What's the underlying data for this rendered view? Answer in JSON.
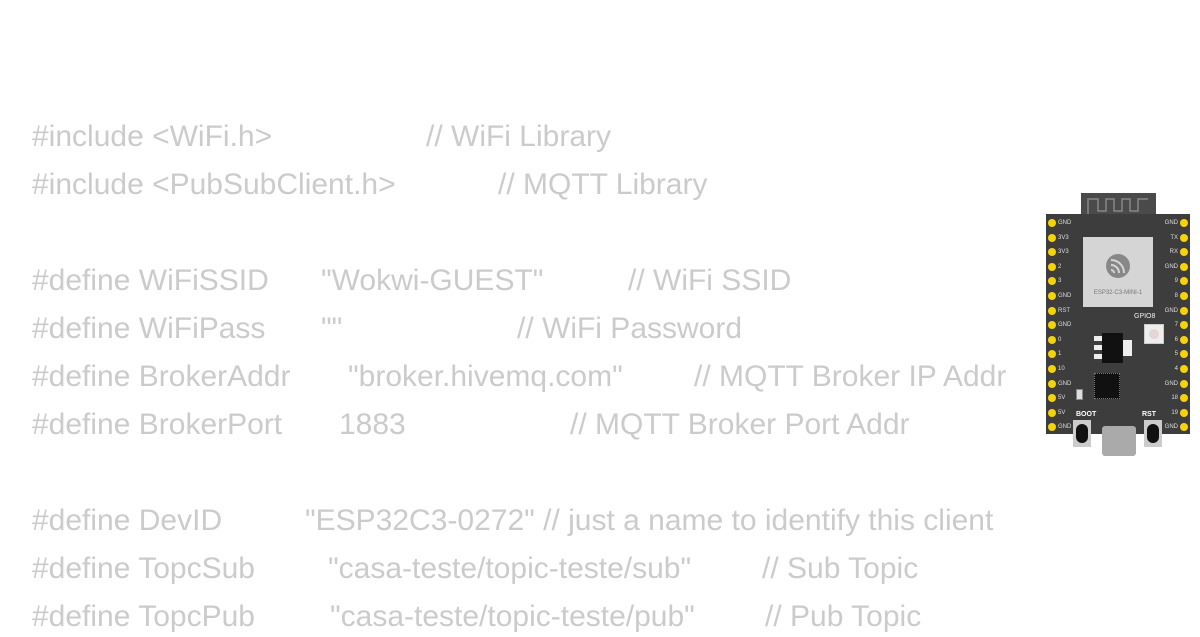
{
  "code": {
    "lines": [
      [
        "#include <WiFi.h>",
        "// WiFi Library"
      ],
      [
        "#include <PubSubClient.h>",
        "// MQTT Library"
      ],
      [
        "#define WiFiSSID",
        "\"Wokwi-GUEST\"",
        "// WiFi SSID"
      ],
      [
        "#define WiFiPass",
        "\"\"",
        "// WiFi Password"
      ],
      [
        "#define BrokerAddr",
        "\"broker.hivemq.com\"",
        "// MQTT Broker IP Addr"
      ],
      [
        "#define BrokerPort",
        "1883",
        "// MQTT Broker Port Addr"
      ],
      [
        "#define DevID",
        "\"ESP32C3-0272\" // just a name to identify this client"
      ],
      [
        "#define TopcSub",
        "\"casa-teste/topic-teste/sub\"",
        "// Sub Topic"
      ],
      [
        "#define TopcPub",
        "\"casa-teste/topic-teste/pub\"",
        "// Pub Topic"
      ]
    ]
  },
  "board": {
    "module_label": "ESP32-C3-MINI-1",
    "logo": "espressif-logo-icon",
    "led_label": "GPIO8",
    "boot_label": "BOOT",
    "rst_label": "RST",
    "left_pins": [
      "GND",
      "3V3",
      "3V3",
      "2",
      "3",
      "GND",
      "RST",
      "GND",
      "0",
      "1",
      "10",
      "GND",
      "5V",
      "5V",
      "GND"
    ],
    "right_pins": [
      "GND",
      "TX",
      "RX",
      "GND",
      "9",
      "8",
      "GND",
      "7",
      "6",
      "5",
      "4",
      "GND",
      "18",
      "19",
      "GND"
    ],
    "pin_color": "#f5d20a",
    "pcb_color": "#3d3d3d"
  }
}
